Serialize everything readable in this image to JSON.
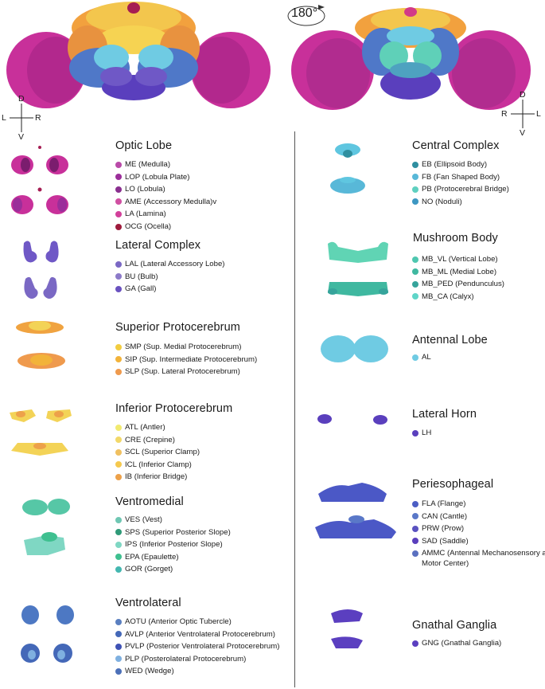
{
  "rotation": {
    "label": "180°"
  },
  "axes": {
    "front": {
      "d": "D",
      "v": "V",
      "l": "L",
      "r": "R"
    },
    "back": {
      "d": "D",
      "v": "V",
      "l": "L",
      "r": "R"
    }
  },
  "colors": {
    "optic": "#c8309a",
    "lateral_complex": "#6f58c6",
    "superior": "#f0a340",
    "inferior": "#f3d357",
    "ventromedial": "#56c7a6",
    "ventrolateral": "#4d78c3",
    "central": "#5fc6e0",
    "mushroom": "#60d4b4",
    "antennal": "#6fcbe3",
    "lateral_horn": "#5a3fbd",
    "periesophageal": "#4b58c6",
    "gnathal": "#5b3fc0"
  },
  "groups": [
    {
      "title": "Optic Lobe",
      "items": [
        {
          "label": "ME (Medulla)",
          "color": "#b94aa8"
        },
        {
          "label": "LOP (Lobula Plate)",
          "color": "#9b2e9a"
        },
        {
          "label": "LO (Lobula)",
          "color": "#8a2f8f"
        },
        {
          "label": "AME (Accessory Medulla)v",
          "color": "#d04fa2"
        },
        {
          "label": "LA (Lamina)",
          "color": "#d2409a"
        },
        {
          "label": "OCG (Ocella)",
          "color": "#9e1b3c"
        }
      ]
    },
    {
      "title": "Lateral Complex",
      "items": [
        {
          "label": "LAL (Lateral Accessory Lobe)",
          "color": "#7a68c4"
        },
        {
          "label": "BU (Bulb)",
          "color": "#8c7ac9"
        },
        {
          "label": "GA (Gall)",
          "color": "#6a52c0"
        }
      ]
    },
    {
      "title": "Superior Protocerebrum",
      "items": [
        {
          "label": "SMP (Sup. Medial Protocerebrum)",
          "color": "#f2cd40"
        },
        {
          "label": "SIP (Sup. Intermediate Protocerebrum)",
          "color": "#f2b33a"
        },
        {
          "label": "SLP (Sup. Lateral Protocerebrum)",
          "color": "#ef9a4d"
        }
      ]
    },
    {
      "title": "Inferior Protocerebrum",
      "items": [
        {
          "label": "ATL (Antler)",
          "color": "#f1ea70"
        },
        {
          "label": "CRE (Crepine)",
          "color": "#f2d869"
        },
        {
          "label": "SCL (Superior Clamp)",
          "color": "#f0c060"
        },
        {
          "label": "ICL (Inferior Clamp)",
          "color": "#f5c94e"
        },
        {
          "label": "IB  (Inferior Bridge)",
          "color": "#eda14a"
        }
      ]
    },
    {
      "title": "Ventromedial",
      "items": [
        {
          "label": "VES (Vest)",
          "color": "#6fc7b3"
        },
        {
          "label": "SPS (Superior Posterior Slope)",
          "color": "#2f9a78"
        },
        {
          "label": "IPS (Inferior Posterior Slope)",
          "color": "#7fd7c3"
        },
        {
          "label": "EPA (Epaulette)",
          "color": "#3fc090"
        },
        {
          "label": "GOR (Gorget)",
          "color": "#44b7b0"
        }
      ]
    },
    {
      "title": "Ventrolateral",
      "items": [
        {
          "label": "AOTU (Anterior Optic Tubercle)",
          "color": "#5a7fc0"
        },
        {
          "label": "AVLP (Anterior Ventrolateral Protocerebrum)",
          "color": "#4468b8"
        },
        {
          "label": "PVLP (Posterior Ventrolateral Protocerebrum)",
          "color": "#3f52b5"
        },
        {
          "label": "PLP (Posterolateral Protocerebrum)",
          "color": "#7fb0e0"
        },
        {
          "label": "WED (Wedge)",
          "color": "#4c70b8"
        }
      ]
    },
    {
      "title": "Central Complex",
      "items": [
        {
          "label": "EB (Ellipsoid Body)",
          "color": "#2f8fa0"
        },
        {
          "label": "FB (Fan Shaped Body)",
          "color": "#58b8d8"
        },
        {
          "label": "PB (Protocerebral Bridge)",
          "color": "#5fd0c0"
        },
        {
          "label": "NO (Noduli)",
          "color": "#3d97c2"
        }
      ]
    },
    {
      "title": "Mushroom Body",
      "items": [
        {
          "label": "MB_VL (Vertical Lobe)",
          "color": "#4fc7b0"
        },
        {
          "label": "MB_ML (Medial Lobe)",
          "color": "#3fb8a0"
        },
        {
          "label": "MB_PED (Pendunculus)",
          "color": "#36a49b"
        },
        {
          "label": "MB_CA (Calyx)",
          "color": "#5fd5c8"
        }
      ]
    },
    {
      "title": "Antennal Lobe",
      "items": [
        {
          "label": "AL",
          "color": "#6fcbe3"
        }
      ]
    },
    {
      "title": "Lateral Horn",
      "items": [
        {
          "label": "LH",
          "color": "#5a3fbd"
        }
      ]
    },
    {
      "title": "Periesophageal",
      "items": [
        {
          "label": "FLA (Flange)",
          "color": "#4c5ec4"
        },
        {
          "label": "CAN (Cantle)",
          "color": "#5a78c8"
        },
        {
          "label": "PRW (Prow)",
          "color": "#5a52c0"
        },
        {
          "label": "SAD (Saddle)",
          "color": "#5a3fbc"
        },
        {
          "label": "AMMC (Antennal Mechanosensory and Motor Center)",
          "color": "#5a70c0"
        }
      ]
    },
    {
      "title": "Gnathal Ganglia",
      "items": [
        {
          "label": "GNG (Gnathal Ganglia)",
          "color": "#5b3fc0"
        }
      ]
    }
  ]
}
